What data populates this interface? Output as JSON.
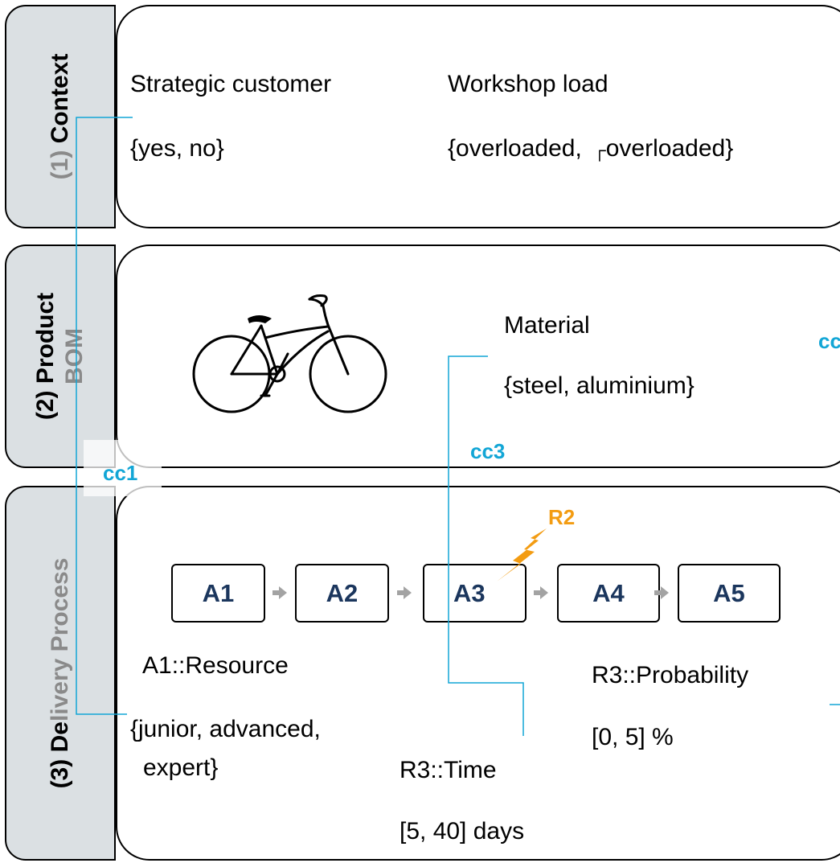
{
  "sections": {
    "context": {
      "label_num": "(1)",
      "label_text": "Context",
      "strategic_customer": {
        "title": "Strategic  customer",
        "values": "{yes, no}"
      },
      "workshop_load": {
        "title": "Workshop load",
        "values_prefix": "{overloaded,",
        "neg_symbol": "┌",
        "values_suffix": "overloaded}"
      }
    },
    "product": {
      "label_num": "(2)",
      "label_line1": "Product",
      "label_line2": "BOM",
      "material": {
        "title": "Material",
        "values": "{steel, aluminium}"
      }
    },
    "delivery": {
      "label_num": "(3)",
      "label_text_dark": "De",
      "label_text_light": "livery Process",
      "activities": [
        "A1",
        "A2",
        "A3",
        "A4",
        "A5"
      ],
      "resource": {
        "title": "A1::Resource",
        "values_line1": "{junior, advanced,",
        "values_line2": "expert}"
      },
      "time": {
        "title": "R3::Time",
        "values": "[5, 40] days"
      },
      "probability": {
        "title": "R3::Probability",
        "values": "[0, 5] %"
      }
    }
  },
  "constraints": {
    "cc1": "cc1",
    "cc3": "cc3",
    "cc_partial": "cc"
  },
  "risk": {
    "label": "R2",
    "color": "#f39c12"
  },
  "colors": {
    "tab_bg": "#dbe0e3",
    "activity_text": "#1b365d",
    "constraint": "#12a6d6",
    "arrow": "#a3a3a3"
  }
}
